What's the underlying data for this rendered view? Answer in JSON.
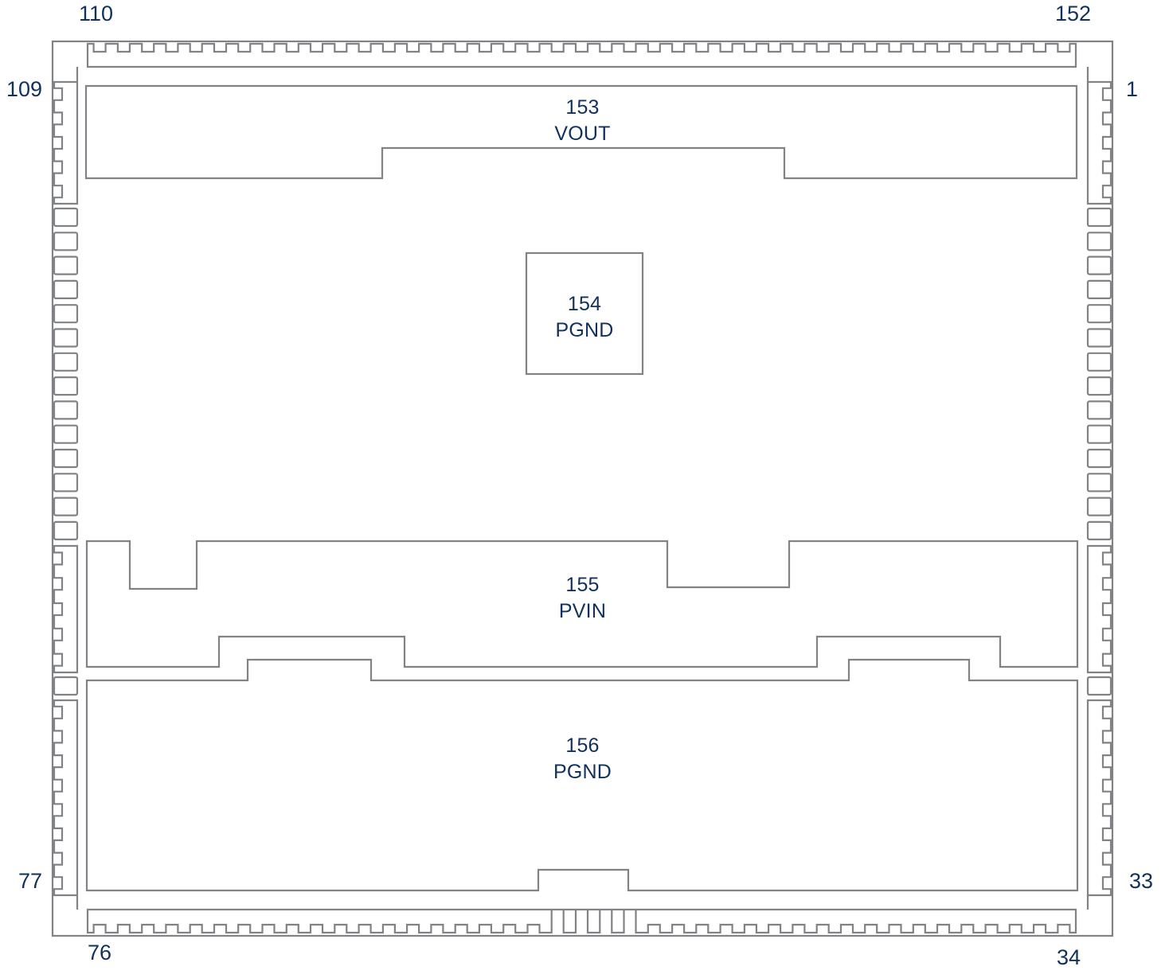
{
  "diagram": {
    "type": "package-pinout-bottom-view",
    "colors": {
      "outline": "#808285",
      "text": "#10315e",
      "background": "#ffffff"
    },
    "corner_pin_numbers": [
      {
        "id": "pin-110",
        "label": "110",
        "position": "top-left"
      },
      {
        "id": "pin-152",
        "label": "152",
        "position": "top-right"
      },
      {
        "id": "pin-109",
        "label": "109",
        "position": "left-top"
      },
      {
        "id": "pin-1",
        "label": "1",
        "position": "right-top"
      },
      {
        "id": "pin-77",
        "label": "77",
        "position": "left-bottom"
      },
      {
        "id": "pin-33",
        "label": "33",
        "position": "right-bottom"
      },
      {
        "id": "pin-76",
        "label": "76",
        "position": "bottom-left"
      },
      {
        "id": "pin-34",
        "label": "34",
        "position": "bottom-right"
      }
    ],
    "pads": [
      {
        "id": "pad-153",
        "number": "153",
        "net": "VOUT",
        "shape": "top-bar-with-center-notch"
      },
      {
        "id": "pad-154",
        "number": "154",
        "net": "PGND",
        "shape": "square"
      },
      {
        "id": "pad-155",
        "number": "155",
        "net": "PVIN",
        "shape": "irregular-mid-bar"
      },
      {
        "id": "pad-156",
        "number": "156",
        "net": "PGND",
        "shape": "bottom-bar-with-steps"
      }
    ]
  }
}
